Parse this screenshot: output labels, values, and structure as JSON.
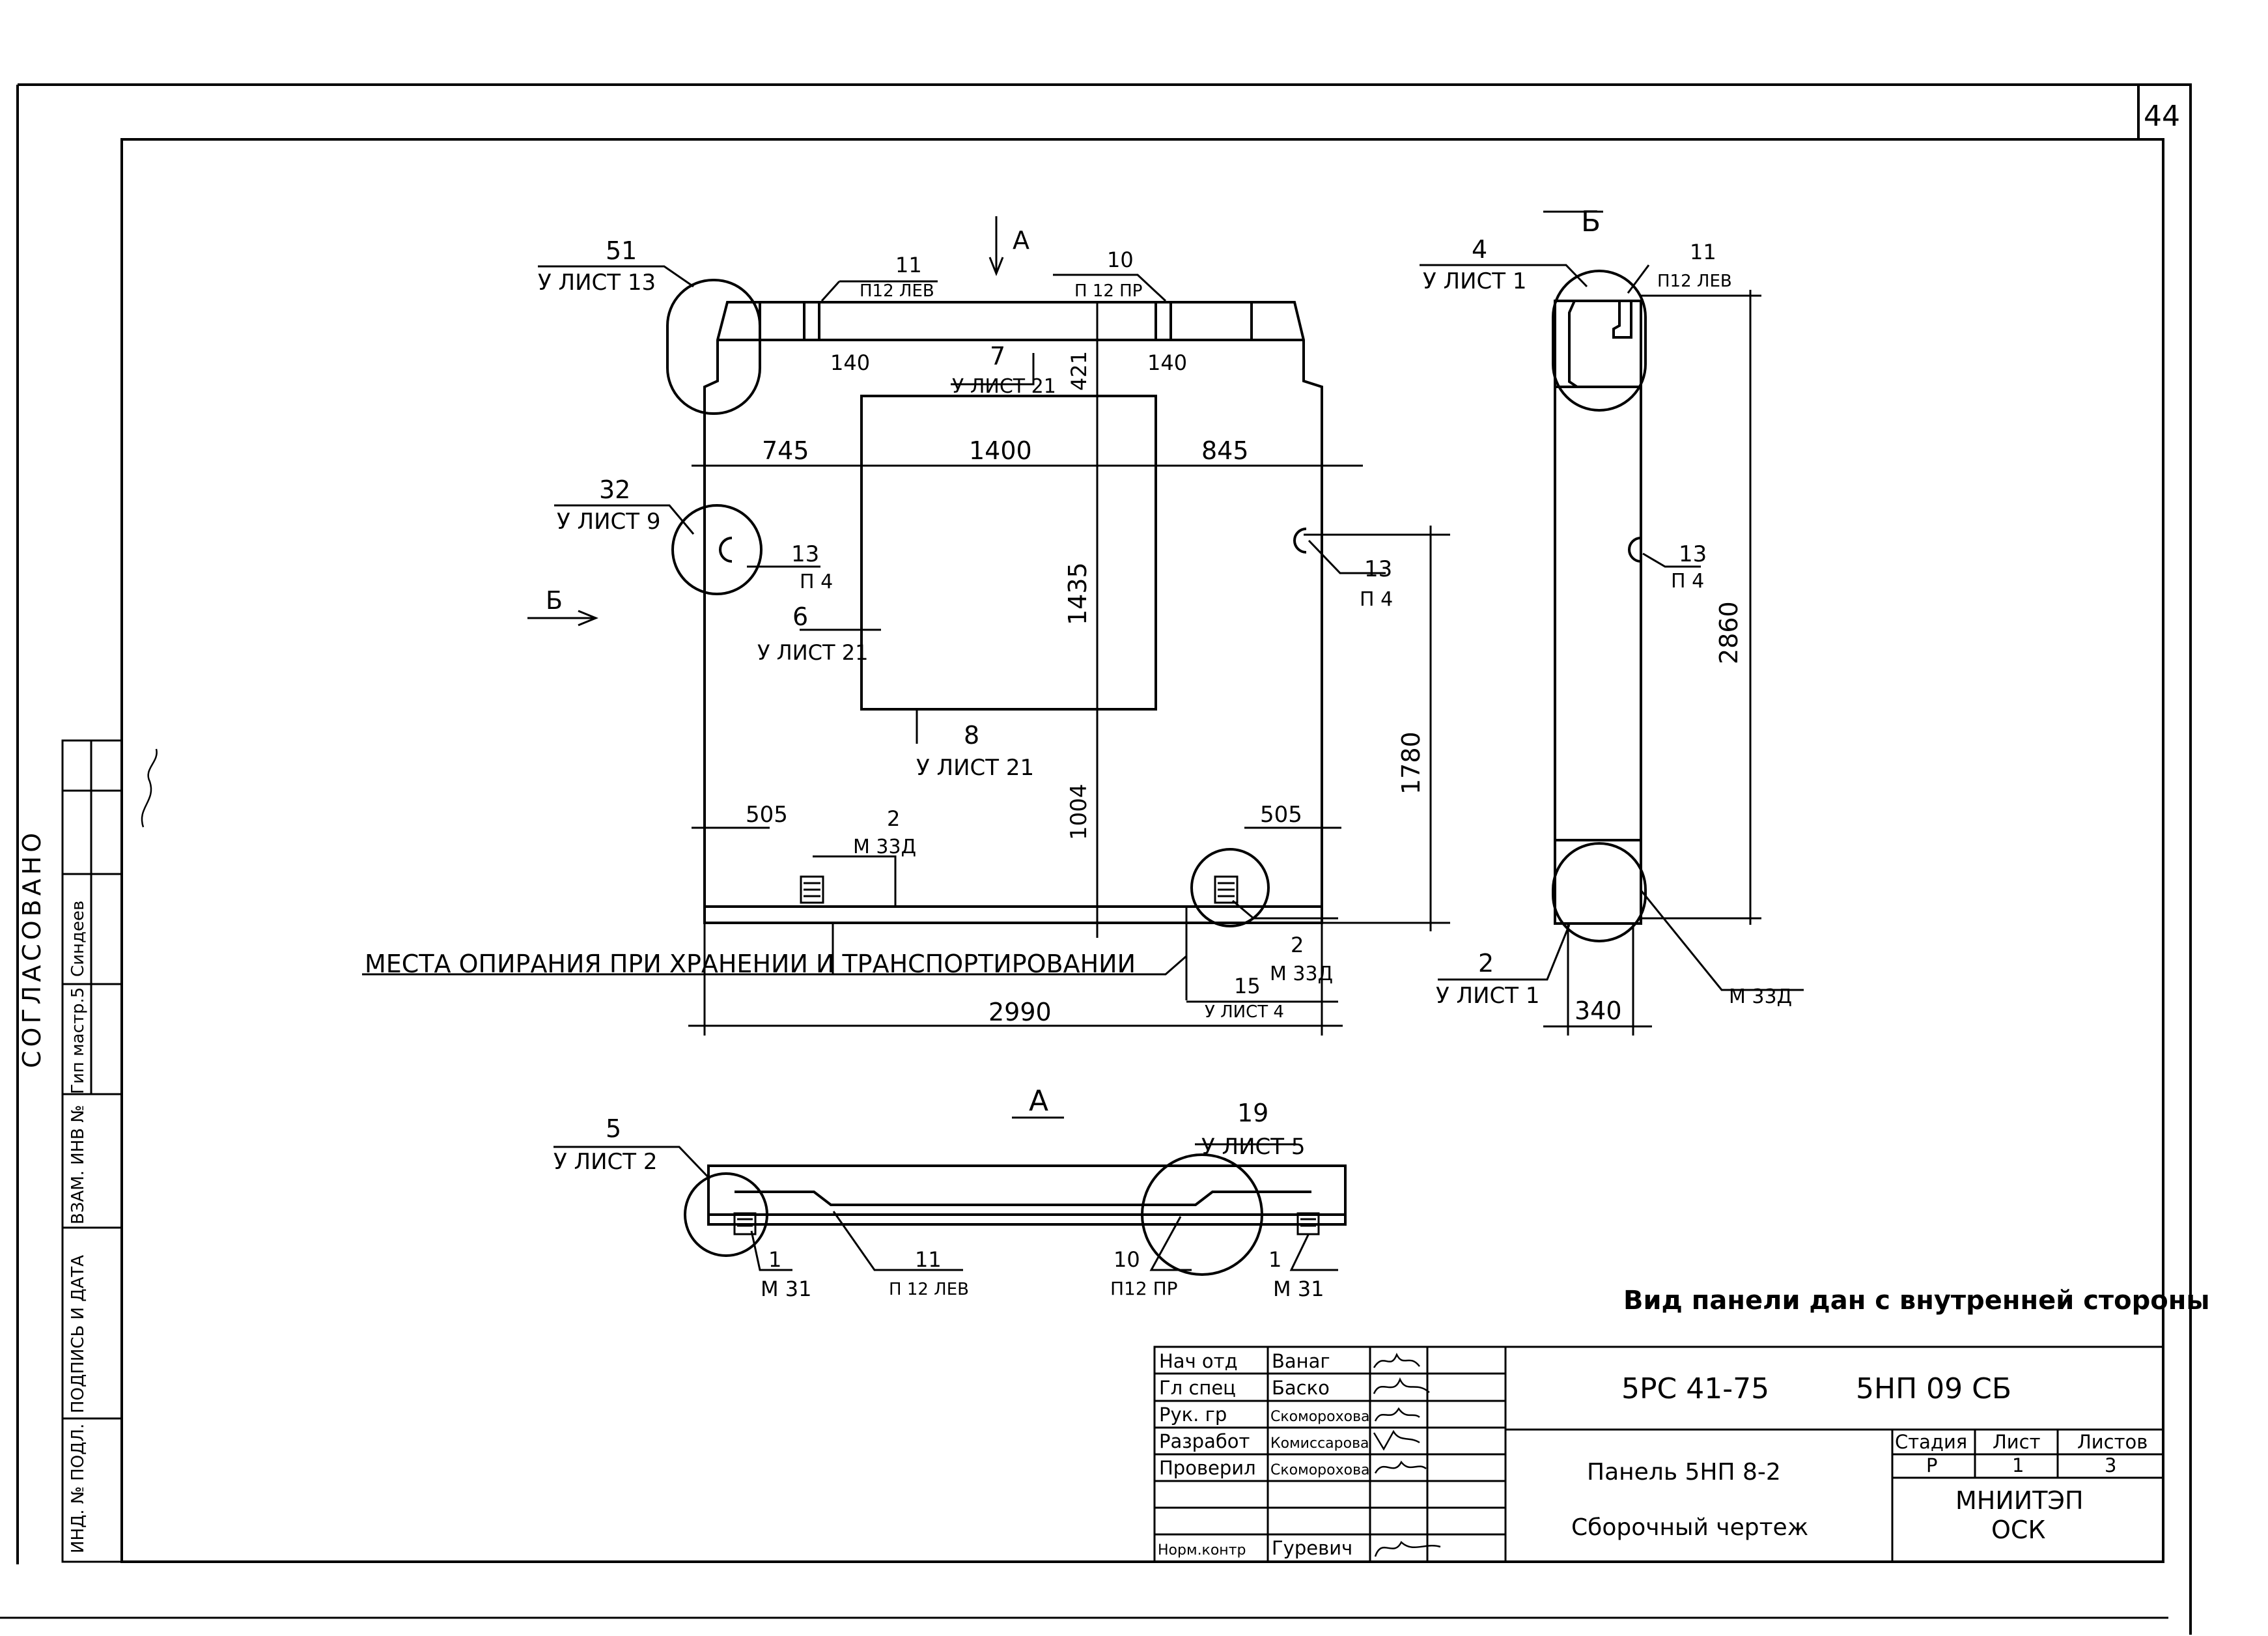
{
  "sheet_number": "44",
  "side_stamp": {
    "title": "СОГЛАСОВАНО",
    "rows": [
      "Гип мастр.5",
      "Синдеев"
    ],
    "cols": [
      "ИНД. № ПОДЛ.",
      "ПОДПИСЬ И ДАТА",
      "ВЗАМ. ИНВ №"
    ]
  },
  "front_view": {
    "label_51": "51",
    "label_51_ref": "У ЛИСТ 13",
    "label_11": "11",
    "label_11_ref": "П12 ЛЕВ",
    "label_10": "10",
    "label_10_ref": "П 12 ПР",
    "arrow_a": "А",
    "dim_140_left": "140",
    "dim_140_right": "140",
    "label_7": "7",
    "label_7_ref": "У ЛИСТ 21",
    "dim_421": "421",
    "dim_745": "745",
    "dim_1400": "1400",
    "dim_845": "845",
    "label_32": "32",
    "label_32_ref": "У ЛИСТ 9",
    "label_13_left": "13",
    "label_13_left_ref": "П 4",
    "label_13_right": "13",
    "label_13_right_ref": "П 4",
    "arrow_b": "Б",
    "label_6": "6",
    "label_6_ref": "У ЛИСТ 21",
    "dim_1435": "1435",
    "label_8": "8",
    "label_8_ref": "У ЛИСТ 21",
    "dim_1780": "1780",
    "dim_1004": "1004",
    "dim_505_left": "505",
    "dim_505_right": "505",
    "label_2_left": "2",
    "label_2_left_ref": "М 33Д",
    "label_2_right": "2",
    "label_2_right_ref": "М 33Д",
    "label_15": "15",
    "label_15_ref": "У ЛИСТ 4",
    "support_note": "МЕСТА ОПИРАНИЯ ПРИ   ХРАНЕНИИ И ТРАНСПОРТИРОВАНИИ",
    "dim_2990": "2990"
  },
  "side_view": {
    "title": "Б",
    "label_4": "4",
    "label_4_ref": "У ЛИСТ 1",
    "label_11": "11",
    "label_11_ref": "П12 ЛЕВ",
    "label_13": "13",
    "label_13_ref": "П 4",
    "dim_2860": "2860",
    "label_2": "2",
    "label_2_ref": "У ЛИСТ 1",
    "label_m33d": "М 33Д",
    "dim_340": "340"
  },
  "plan_view": {
    "title": "А",
    "label_5": "5",
    "label_5_ref": "У ЛИСТ 2",
    "label_19": "19",
    "label_19_ref": "У ЛИСТ 5",
    "label_1_left": "1",
    "label_1_left_ref": "М 31",
    "label_11": "11",
    "label_11_ref": "П 12 ЛЕВ",
    "label_10": "10",
    "label_10_ref": "П12 ПР",
    "label_1_right": "1",
    "label_1_right_ref": "М 31"
  },
  "view_note": "Вид панели дан с внутренней стороны",
  "title_block": {
    "roles": [
      "Нач отд",
      "Гл спец",
      "Рук. гр",
      "Разработ",
      "Проверил",
      "",
      "Норм.контр"
    ],
    "names": [
      "Ванаг",
      "Баско",
      "Скоморохова",
      "Комиссарова",
      "Скоморохова",
      "",
      "Гуревич"
    ],
    "code_series": "5РС 41-75",
    "code_mark": "5НП 09 СБ",
    "panel_name": "Панель 5НП 8-2",
    "doc_type": "Сборочный чертеж",
    "stage_header": "Стадия",
    "sheet_header": "Лист",
    "sheets_header": "Листов",
    "stage": "Р",
    "sheet": "1",
    "sheets": "3",
    "org_line1": "МНИИТЭП",
    "org_line2": "ОСК"
  }
}
